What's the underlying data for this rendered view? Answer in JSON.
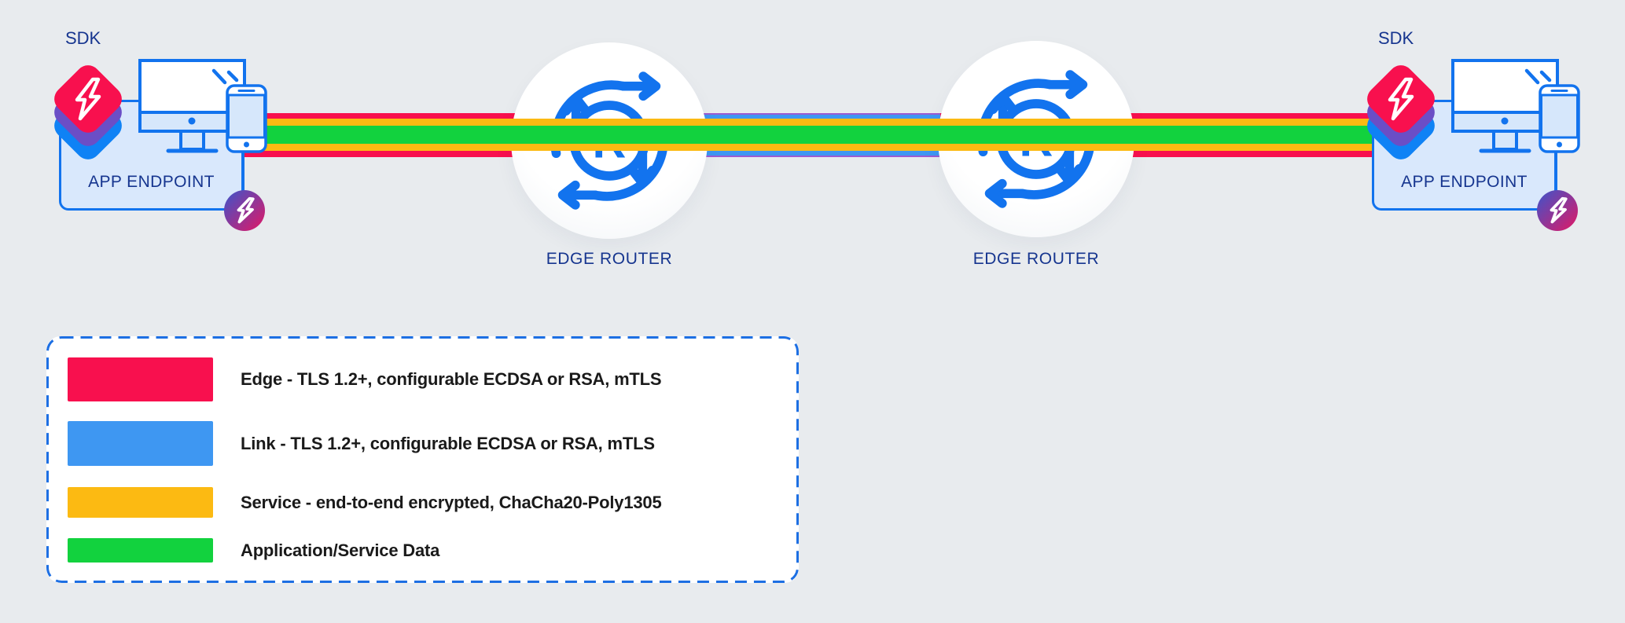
{
  "diagram": {
    "background": "#E8EBEE",
    "endpoint": {
      "sdk_label": "SDK",
      "box_label": "APP ENDPOINT"
    },
    "router": {
      "label": "EDGE ROUTER",
      "icon_letter": "R"
    },
    "stripes": {
      "edge": "#F8104E",
      "link": "#3E97F2",
      "link_edge": "#9C5BD1",
      "service": "#FCBA12",
      "app_data": "#12D23E"
    },
    "palette": {
      "icon_blue": "#1273EE",
      "panel_fill": "#D9E8FC",
      "navy_text": "#16358F",
      "stack_red": "#F8104E",
      "stack_purple": "#6B4EC6",
      "stack_blue": "#0F82F5",
      "badge_gradient_start": "#3B55CC",
      "badge_gradient_end": "#E31764",
      "legend_border": "#1D6FE3"
    }
  },
  "legend": {
    "items": [
      {
        "color": "#F8104E",
        "label": "Edge - TLS 1.2+, configurable ECDSA or RSA, mTLS"
      },
      {
        "color": "#3E97F2",
        "label": "Link - TLS 1.2+, configurable ECDSA or RSA, mTLS"
      },
      {
        "color": "#FCBA12",
        "label": "Service - end-to-end encrypted, ChaCha20-Poly1305"
      },
      {
        "color": "#12D23E",
        "label": "Application/Service Data"
      }
    ]
  }
}
